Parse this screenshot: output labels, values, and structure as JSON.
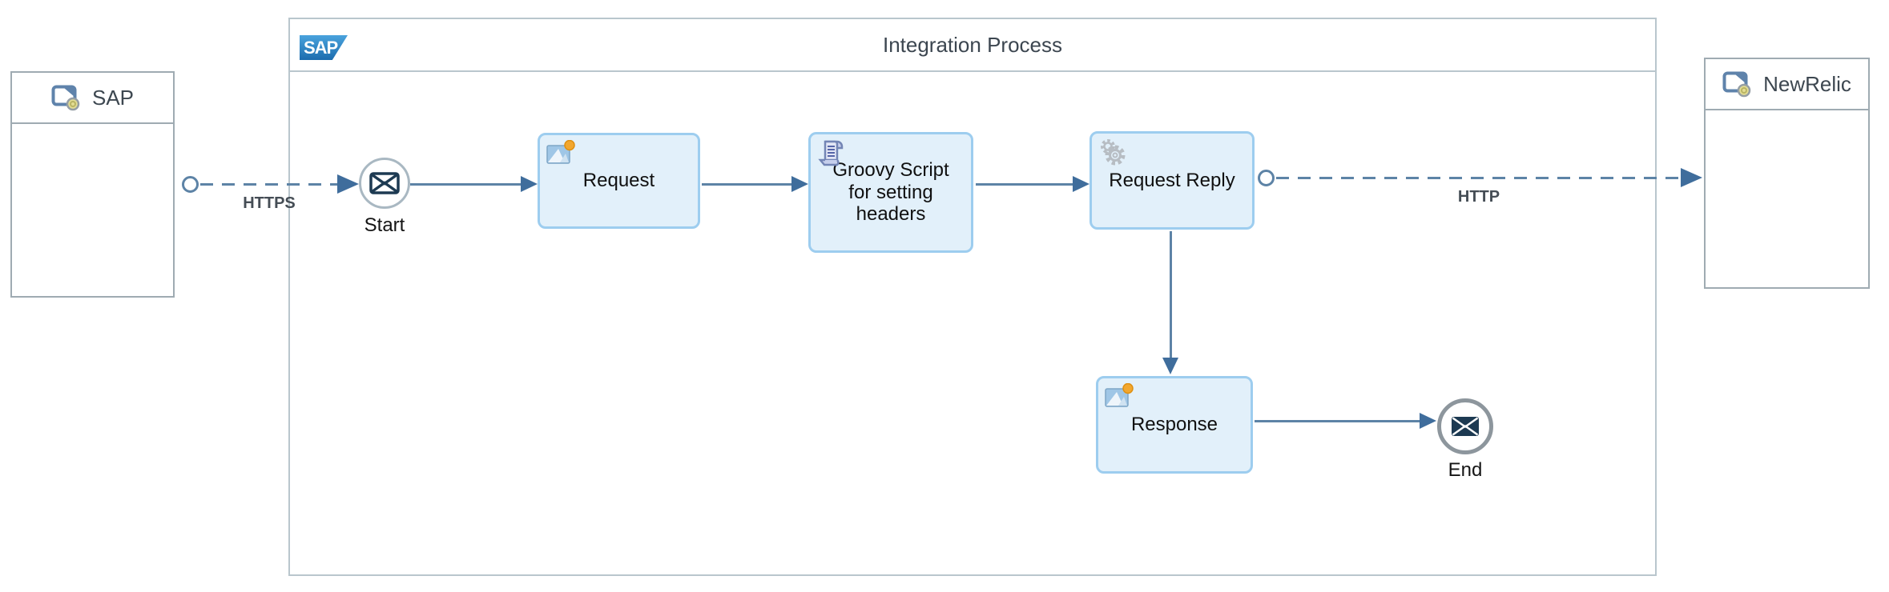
{
  "diagram": {
    "pool": {
      "title": "Integration Process",
      "logo_text": "SAP"
    },
    "participants": [
      {
        "label": "SAP"
      },
      {
        "label": "NewRelic"
      }
    ],
    "events": [
      {
        "label": "Start"
      },
      {
        "label": "End"
      }
    ],
    "tasks": [
      {
        "label": "Request"
      },
      {
        "label": "Groovy Script for setting headers"
      },
      {
        "label": "Request Reply"
      },
      {
        "label": "Response"
      }
    ],
    "message_flows": [
      {
        "protocol": "HTTPS"
      },
      {
        "protocol": "HTTP"
      }
    ],
    "icons": {
      "participant": "system-icon",
      "request": "picture-icon",
      "groovy": "script-scroll-icon",
      "request_reply": "gears-icon",
      "response": "picture-icon",
      "start": "envelope-icon",
      "end": "envelope-icon"
    },
    "colors": {
      "flow": "#5d83a6",
      "arrow": "#3f6d9c",
      "task_fill": "#e2f0fa",
      "task_border": "#9dcdef",
      "pool_border": "#b9c6cd",
      "participant_border": "#9fabb2",
      "envelope": "#1d3a52",
      "end_ring": "#8d969d",
      "sap_logo_top": "#4aa3dd",
      "sap_logo_bottom": "#1c6cae"
    }
  }
}
